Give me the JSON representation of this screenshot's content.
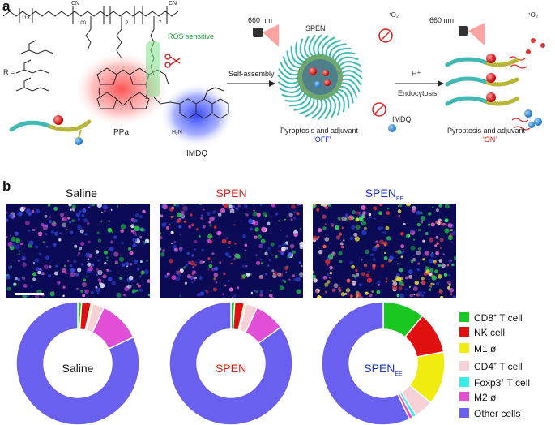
{
  "panel_a": {
    "letter": "a",
    "subscripts": {
      "peg": "113",
      "block1": "100",
      "block2": "2",
      "block3": "7"
    },
    "r_label": "R =",
    "cn1": "CN",
    "cn2": "CN",
    "ros_label": "ROS sensitive",
    "ppa_label": "PPa",
    "imdq_label": "IMDQ",
    "nh2_label": "H₂N",
    "self_assembly": "Self-assembly",
    "spen_label": "SPEN",
    "light1": "660 nm",
    "light2": "660 nm",
    "singlet_o2": "¹O₂",
    "h_plus": "H⁺",
    "endocytosis": "Endocytosis",
    "imdq_small": "IMDQ",
    "off_text": "Pyroptosis and adjuvant",
    "off_state": "'OFF'",
    "on_text": "Pyroptosis and adjuvant",
    "on_state": "'ON'"
  },
  "panel_b": {
    "letter": "b",
    "titles": {
      "saline": "Saline",
      "spen": "SPEN",
      "spen_ee": "SPEN",
      "spen_ee_sub": "EE"
    }
  },
  "colors": {
    "cd8": "#18c820",
    "nk": "#e01010",
    "m1": "#f0ec10",
    "cd4": "#f5d0d6",
    "foxp3": "#38ecec",
    "m2": "#e14fd6",
    "other": "#6a60f0",
    "red_title": "#e0201a",
    "blue_title": "#1a2fd8"
  },
  "legend": [
    {
      "key": "cd8",
      "label": "CD8",
      "sup": "+",
      "rest": " T cell"
    },
    {
      "key": "nk",
      "label": "NK cell",
      "sup": "",
      "rest": ""
    },
    {
      "key": "m1",
      "label": "M1 ø",
      "sup": "",
      "rest": ""
    },
    {
      "key": "cd4",
      "label": "CD4",
      "sup": "+",
      "rest": " T cell"
    },
    {
      "key": "foxp3",
      "label": "Foxp3",
      "sup": "+",
      "rest": " T cell"
    },
    {
      "key": "m2",
      "label": "M2 ø",
      "sup": "",
      "rest": ""
    },
    {
      "key": "other",
      "label": "Other cells",
      "sup": "",
      "rest": ""
    }
  ],
  "chart_data": [
    {
      "type": "pie",
      "center_label": "Saline",
      "categories": [
        "CD8+ T cell",
        "NK cell",
        "M1 ø",
        "CD4+ T cell",
        "Foxp3+ T cell",
        "M2 ø",
        "Other cells"
      ],
      "values": [
        1.0,
        2.5,
        0.5,
        3.0,
        0.0,
        11.0,
        82.0
      ]
    },
    {
      "type": "pie",
      "center_label": "SPEN",
      "categories": [
        "CD8+ T cell",
        "NK cell",
        "M1 ø",
        "CD4+ T cell",
        "Foxp3+ T cell",
        "M2 ø",
        "Other cells"
      ],
      "values": [
        1.0,
        2.5,
        0.5,
        3.0,
        0.0,
        8.0,
        85.0
      ]
    },
    {
      "type": "pie",
      "center_label": "SPENEE",
      "categories": [
        "CD8+ T cell",
        "NK cell",
        "M1 ø",
        "CD4+ T cell",
        "Foxp3+ T cell",
        "M2 ø",
        "Other cells"
      ],
      "values": [
        11.0,
        11.0,
        14.0,
        5.0,
        1.0,
        1.0,
        57.0
      ]
    }
  ]
}
